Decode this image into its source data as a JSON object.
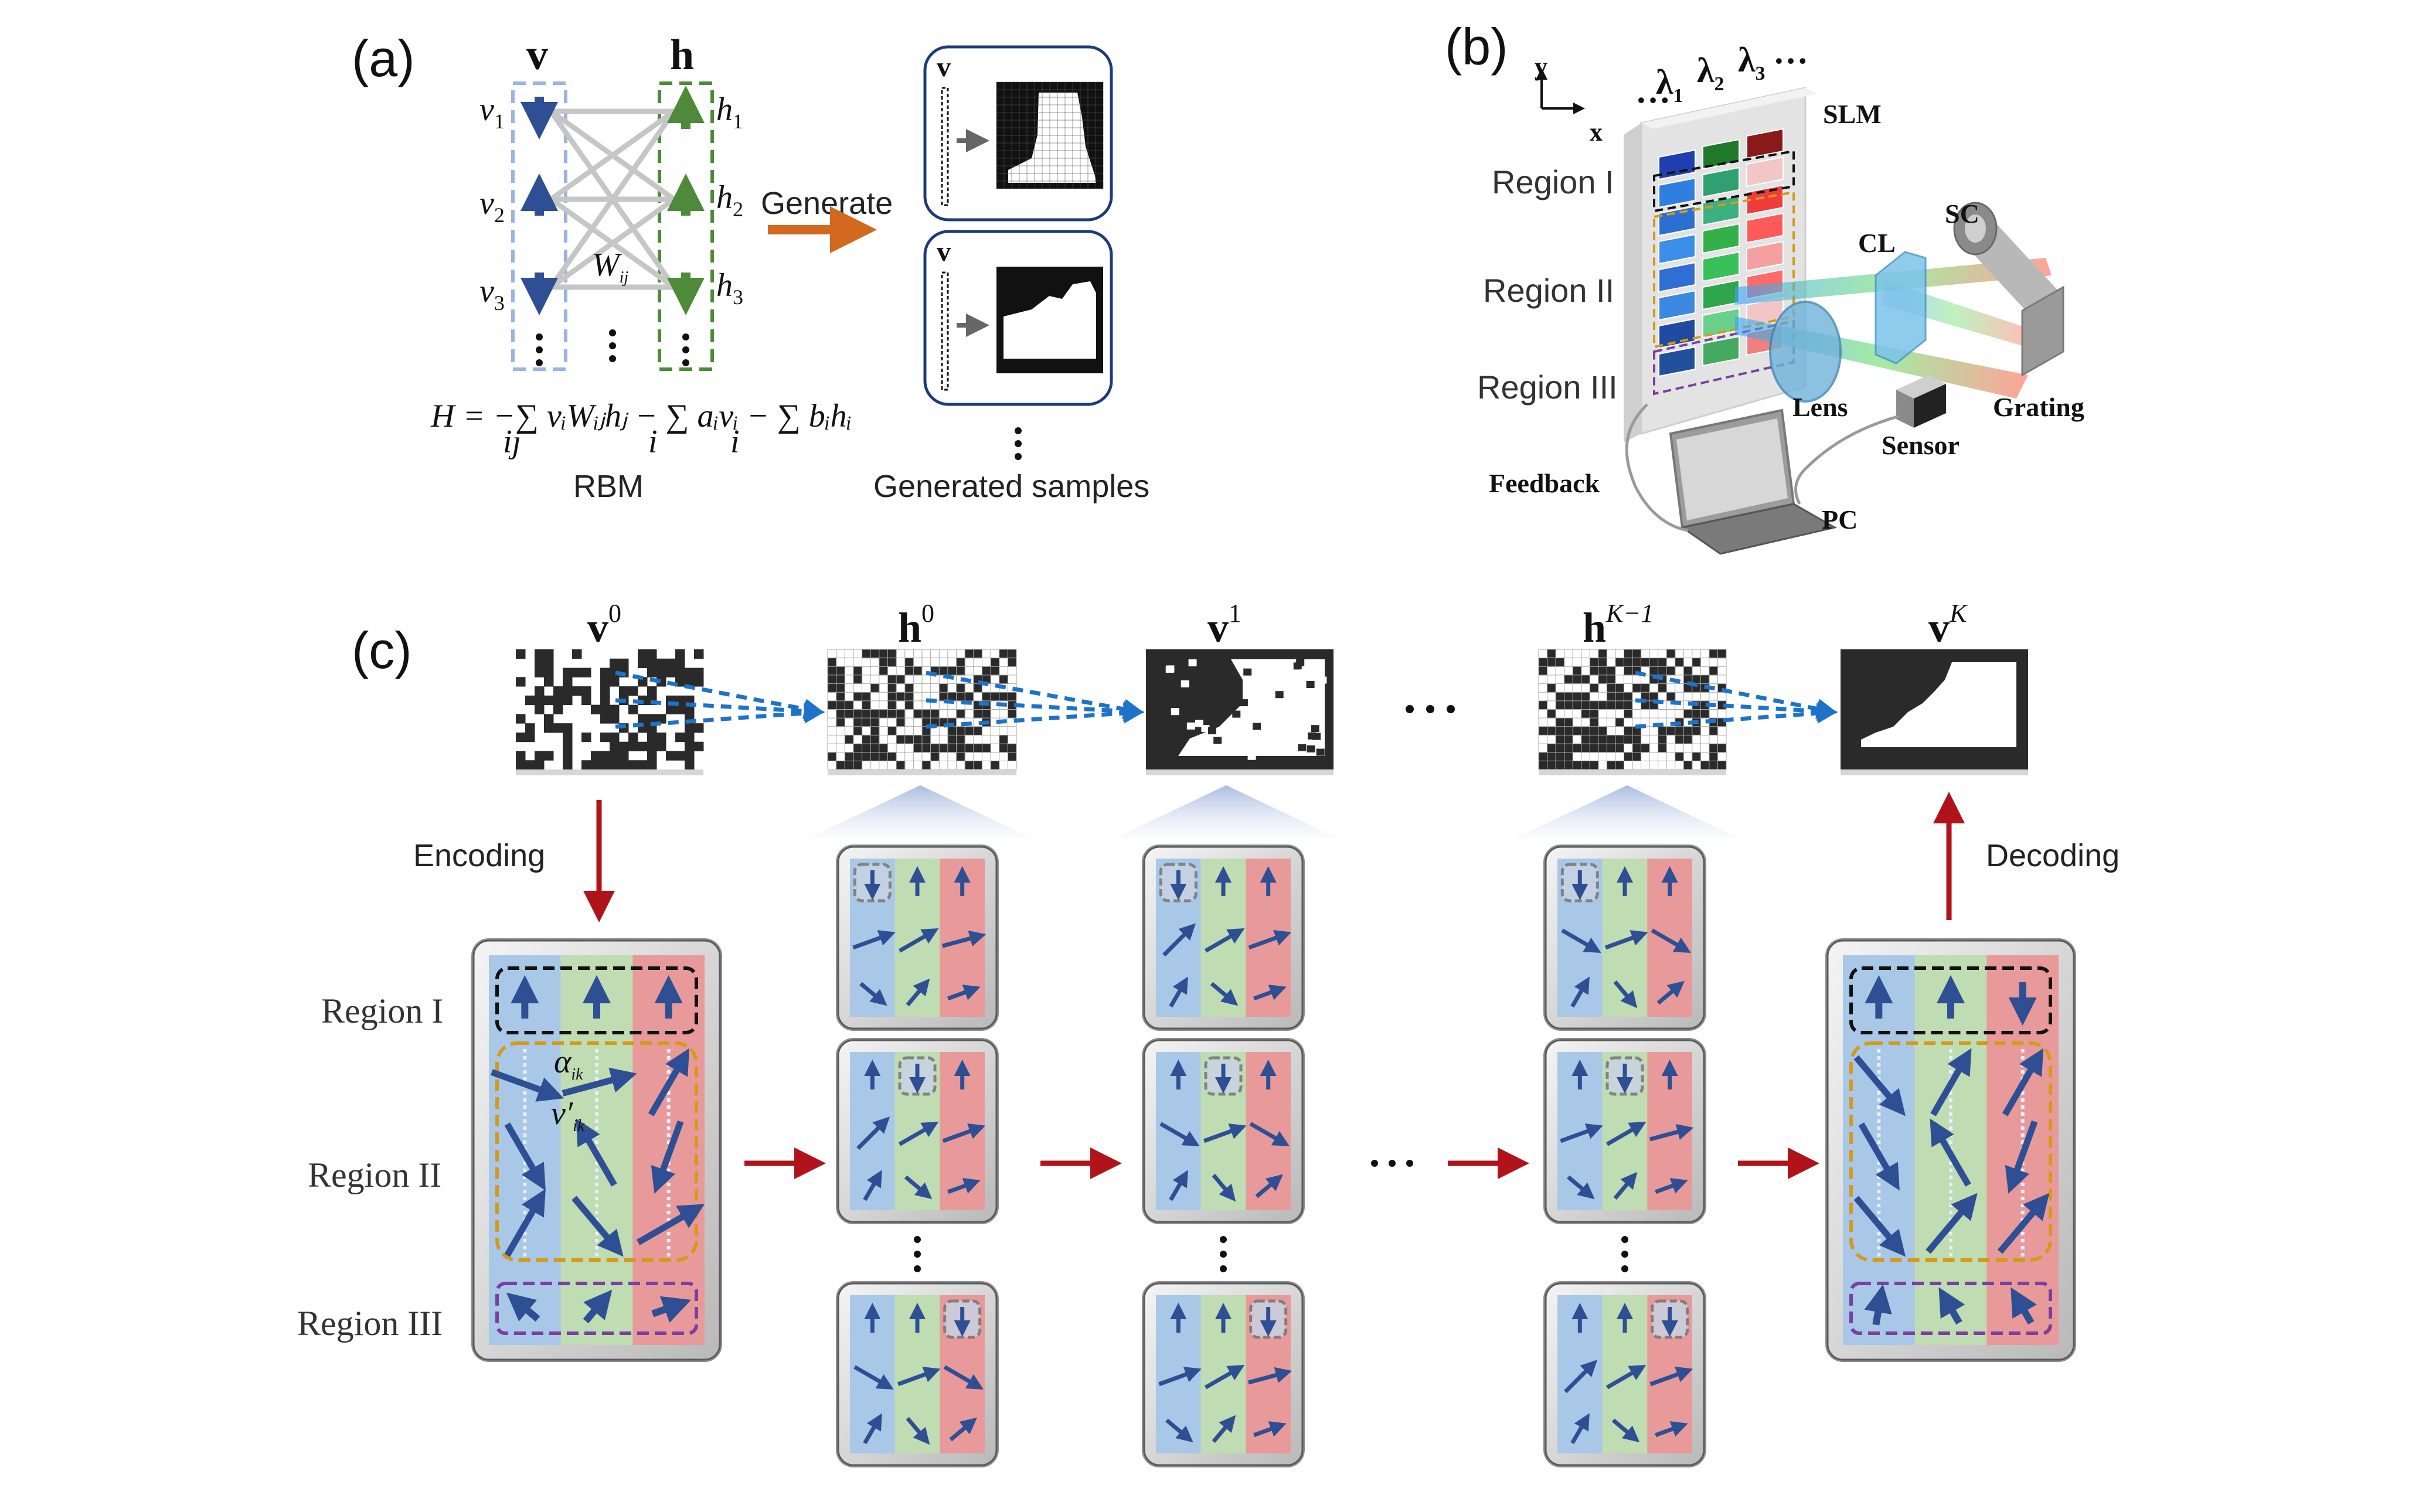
{
  "panels": {
    "a": {
      "label": "(a)",
      "visible_label": "v",
      "hidden_label": "h",
      "v_nodes": [
        "v",
        "v",
        "v"
      ],
      "v_subs": [
        "1",
        "2",
        "3"
      ],
      "h_nodes": [
        "h",
        "h",
        "h"
      ],
      "h_subs": [
        "1",
        "2",
        "3"
      ],
      "weight_label": "W",
      "weight_sub": "ij",
      "energy_eq": "H = −∑ vᵢWᵢⱼhⱼ − ∑ aᵢvᵢ − ∑ bᵢhᵢ",
      "eq_subs": [
        "ij",
        "i",
        "i"
      ],
      "caption": "RBM",
      "arrow_label": "Generate",
      "samples_caption": "Generated samples",
      "sample_v": "v"
    },
    "b": {
      "label": "(b)",
      "axis_y": "y",
      "axis_x": "x",
      "lambda": "λ",
      "lambda_subs": [
        "1",
        "2",
        "3"
      ],
      "ellipsis": "…",
      "regions": [
        "Region I",
        "Region II",
        "Region III"
      ],
      "components": {
        "slm": "SLM",
        "sc": "SC",
        "cl": "CL",
        "lens": "Lens",
        "grating": "Grating",
        "sensor": "Sensor",
        "feedback": "Feedback",
        "pc": "PC"
      }
    },
    "c": {
      "label": "(c)",
      "states": [
        {
          "base": "v",
          "sup": "0"
        },
        {
          "base": "h",
          "sup": "0"
        },
        {
          "base": "v",
          "sup": "1"
        },
        {
          "base": "h",
          "sup": "K−1"
        },
        {
          "base": "v",
          "sup": "K"
        }
      ],
      "encoding": "Encoding",
      "decoding": "Decoding",
      "regions": [
        "Region I",
        "Region II",
        "Region III"
      ],
      "alpha_label": "α",
      "alpha_sub": "ik",
      "vprime_label": "v′",
      "vprime_sub": "ik",
      "ellipsis": "⋯",
      "vdots": "⋮"
    }
  },
  "colors": {
    "blue_col": "#a9c8e8",
    "green_col": "#bfdcb2",
    "red_col": "#e89a9a",
    "arrow_blue": "#2e4f94",
    "red_arrow": "#b0141a",
    "orange_arrow": "#d2691e",
    "dash_blue": "#1e73c8"
  }
}
